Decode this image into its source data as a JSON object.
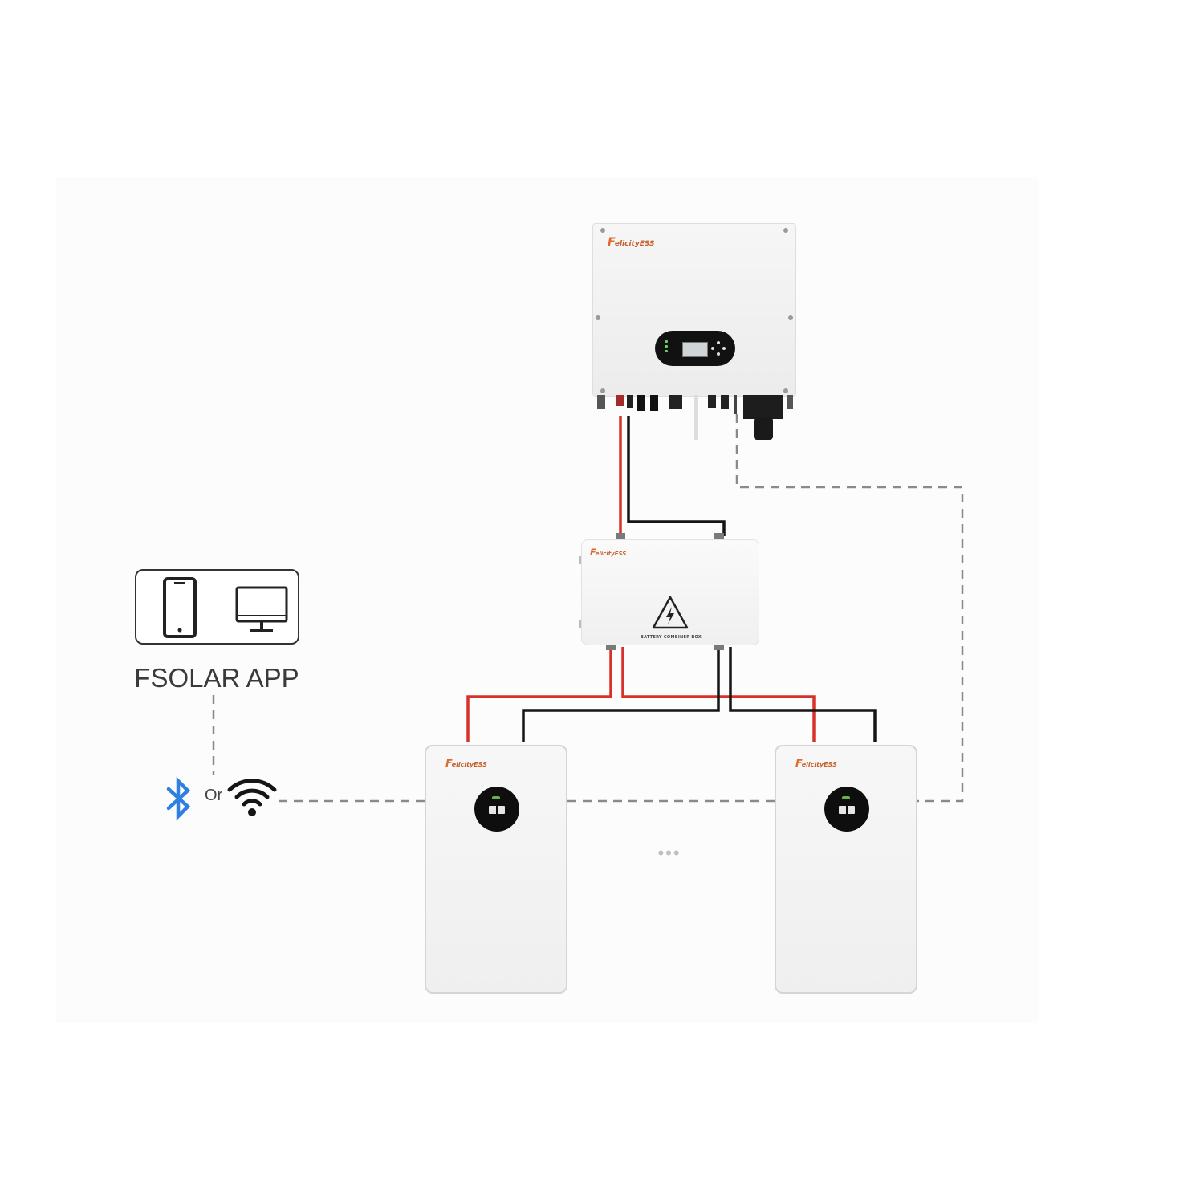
{
  "app": {
    "label": "FSOLAR APP",
    "devices": [
      "phone-icon",
      "monitor-icon"
    ]
  },
  "connectivity": {
    "or_text": "Or",
    "icons": [
      "bluetooth-icon",
      "wifi-icon"
    ]
  },
  "inverter": {
    "brand": "elicityESS"
  },
  "combiner": {
    "brand": "elicityESS",
    "label": "BATTERY COMBINER BOX",
    "icon": "high-voltage-warning-icon"
  },
  "batteries": [
    {
      "brand": "elicityESS"
    },
    {
      "brand": "elicityESS"
    }
  ],
  "ellipsis": "•••",
  "colors": {
    "positive_cable": "#d8312a",
    "negative_cable": "#151515",
    "comm_line": "#8a8a8a",
    "brand": "#c6602a",
    "bluetooth": "#2f7fe0"
  }
}
